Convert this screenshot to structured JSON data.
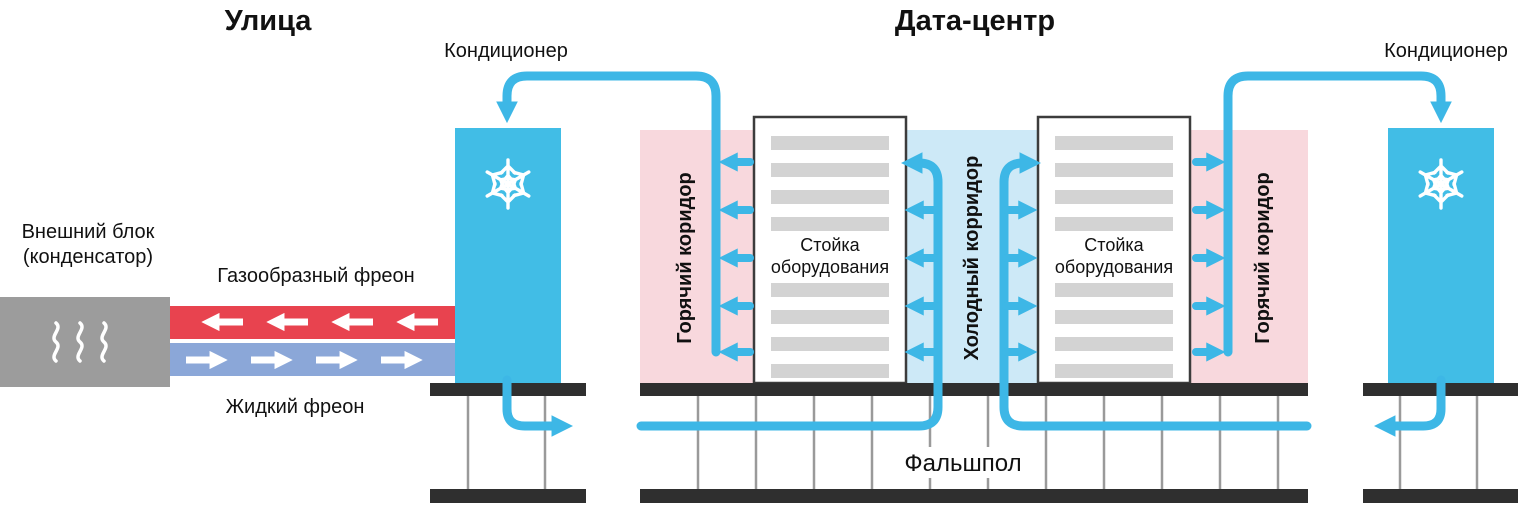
{
  "titles": {
    "street": "Улица",
    "datacenter": "Дата-центр"
  },
  "labels": {
    "conditioner_left": "Кондиционер",
    "conditioner_right": "Кондиционер",
    "outdoor_unit_line1": "Внешний блок",
    "outdoor_unit_line2": "(конденсатор)",
    "gas_freon": "Газообразный фреон",
    "liquid_freon": "Жидкий фреон",
    "hot_aisle_left": "Горячий коридор",
    "hot_aisle_right": "Горячий коридор",
    "cold_aisle": "Холодный корридор",
    "rack_left_line1": "Стойка",
    "rack_left_line2": "оборудования",
    "rack_right_line1": "Стойка",
    "rack_right_line2": "оборудования",
    "raised_floor": "Фальшпол"
  },
  "icons": {
    "snowflake": "snowflake-icon",
    "heat_waves": "heat-waves-icon",
    "airflow_arrow": "arrow-icon"
  },
  "colors": {
    "airflow_pipe_blue": "#3db7e6",
    "conditioner_blue": "#41bde6",
    "cold_aisle_fill": "#cde9f7",
    "hot_aisle_fill": "#f8d8dd",
    "gas_freon_red": "#e8434f",
    "liquid_freon_blue": "#8ba7d8",
    "outdoor_unit_gray": "#9c9c9c",
    "floor_black": "#2f2f2f",
    "rack_shelf_gray": "#d3d3d3",
    "arrow_white": "#ffffff",
    "text_color": "#111111"
  }
}
